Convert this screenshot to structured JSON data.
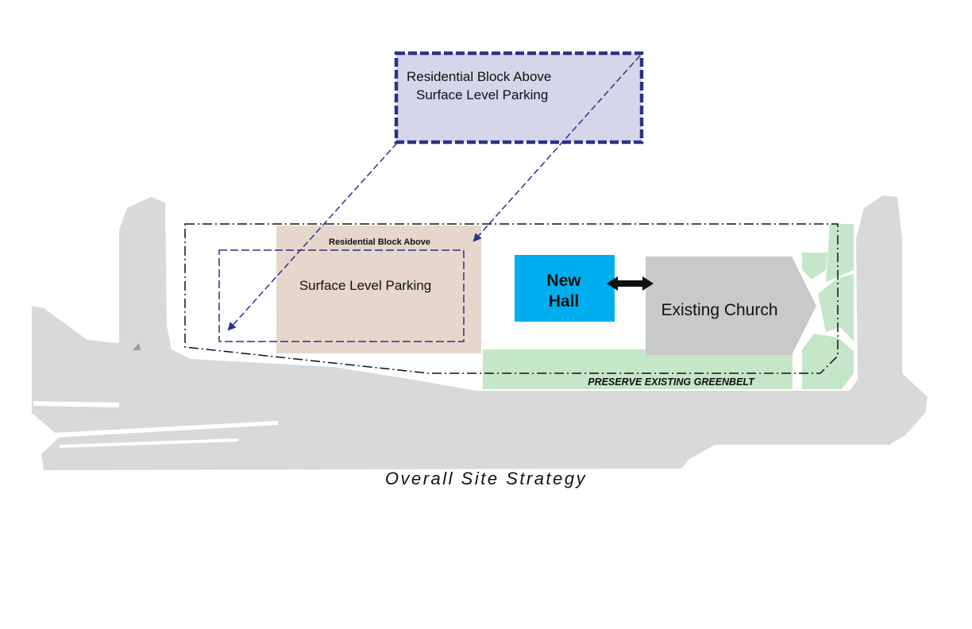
{
  "colors": {
    "site": "#d9d9d9",
    "greenbelt": "#c5e6c8",
    "parking_fill": "#e5d7cb",
    "residential_fill": "#d5d6ea",
    "residential_stroke": "#2e3187",
    "new_hall": "#00aeef",
    "church": "#c8c9cb",
    "boundary": "#111111"
  },
  "labels": {
    "residential_block_title_line1": "Residential Block Above",
    "residential_block_title_line2": "Surface Level Parking",
    "residential_block_above": "Residential Block Above",
    "surface_level_parking": "Surface Level Parking",
    "new_hall_line1": "New",
    "new_hall_line2": "Hall",
    "existing_church": "Existing Church",
    "greenbelt": "PRESERVE EXISTING GREENBELT"
  },
  "caption": "Overall Site Strategy",
  "icons": {
    "connection": "double-arrow-icon",
    "projection": "dashed-arrow-icon"
  }
}
